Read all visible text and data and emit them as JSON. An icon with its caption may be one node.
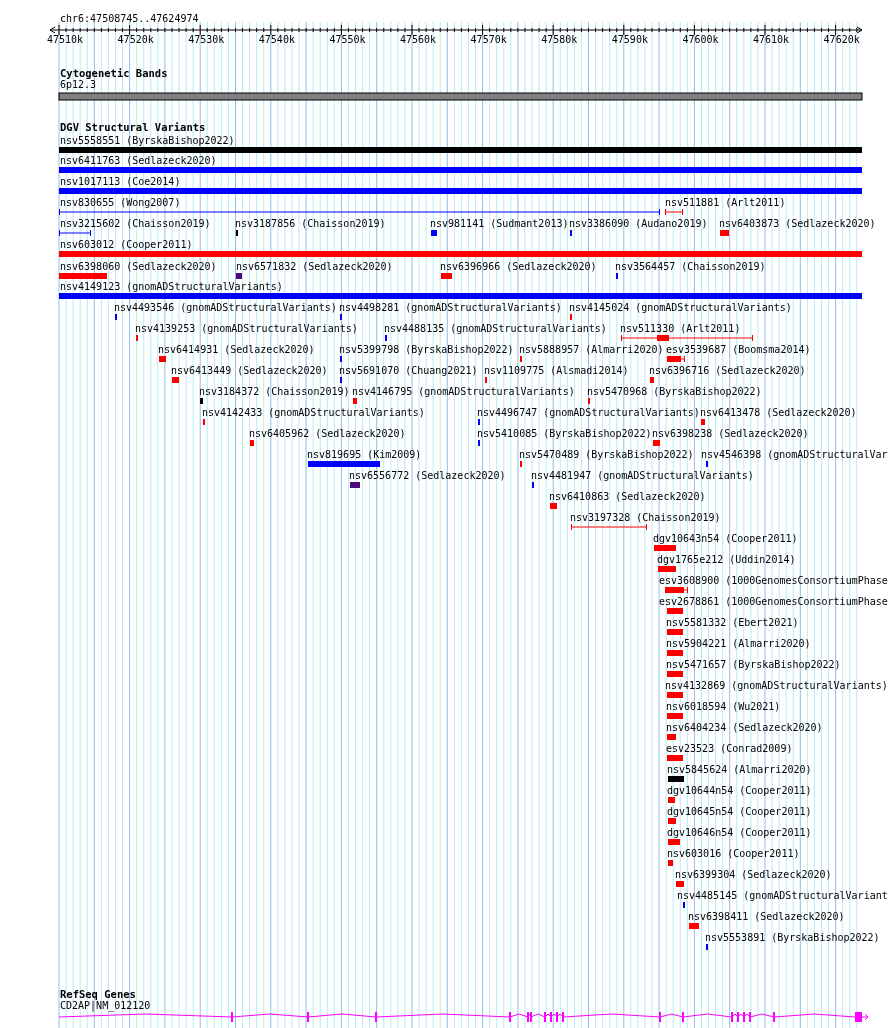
{
  "diagram": {
    "labels": [
      "chr6:47508745..47624974",
      "47510k",
      "47520k",
      "47530k",
      "47540k",
      "47550k",
      "47560k",
      "47570k",
      "47580k",
      "47590k",
      "47600k",
      "47610k",
      "47620k",
      "Cytogenetic Bands",
      "6p12.3",
      "DGV Structural Variants",
      "nsv5558551 (ByrskaBishop2022)",
      "nsv6411763 (Sedlazeck2020)",
      "nsv1017113 (Coe2014)",
      "nsv830655 (Wong2007)",
      "nsv511881 (Arlt2011)",
      "nsv3215602 (Chaisson2019)",
      "nsv3187856 (Chaisson2019)",
      "nsv981141 (Sudmant2013)",
      "nsv3386090 (Audano2019)",
      "nsv6403873 (Sedlazeck2020)",
      "nsv603012 (Cooper2011)",
      "nsv6398060 (Sedlazeck2020)",
      "nsv6571832 (Sedlazeck2020)",
      "nsv6396966 (Sedlazeck2020)",
      "nsv3564457 (Chaisson2019)",
      "nsv4149123 (gnomADStructuralVariants)",
      "nsv4493546 (gnomADStructuralVariants)",
      "nsv4498281 (gnomADStructuralVariants)",
      "nsv4145024 (gnomADStructuralVariants)",
      "nsv4139253 (gnomADStructuralVariants)",
      "nsv4488135 (gnomADStructuralVariants)",
      "nsv511330 (Arlt2011)",
      "nsv6414931 (Sedlazeck2020)",
      "nsv5399798 (ByrskaBishop2022)",
      "nsv5888957 (Almarri2020)",
      "esv3539687 (Boomsma2014)",
      "nsv6413449 (Sedlazeck2020)",
      "nsv5691070 (Chuang2021)",
      "nsv1109775 (Alsmadi2014)",
      "nsv6396716 (Sedlazeck2020)",
      "nsv3184372 (Chaisson2019)",
      "nsv4146795 (gnomADStructuralVariants)",
      "nsv5470968 (ByrskaBishop2022)",
      "nsv4142433 (gnomADStructuralVariants)",
      "nsv4496747 (gnomADStructuralVariants)",
      "nsv6413478 (Sedlazeck2020)",
      "nsv6405962 (Sedlazeck2020)",
      "nsv5410085 (ByrskaBishop2022)",
      "nsv6398238 (Sedlazeck2020)",
      "nsv819695 (Kim2009)",
      "nsv5470489 (ByrskaBishop2022)",
      "nsv4546398 (gnomADStructuralVar",
      "nsv6556772 (Sedlazeck2020)",
      "nsv4481947 (gnomADStructuralVariants)",
      "nsv6410863 (Sedlazeck2020)",
      "nsv3197328 (Chaisson2019)",
      "dgv10643n54 (Cooper2011)",
      "dgv1765e212 (Uddin2014)",
      "esv3608900 (1000GenomesConsortiumPhase",
      "esv2678861 (1000GenomesConsortiumPhase",
      "nsv5581332 (Ebert2021)",
      "nsv5904221 (Almarri2020)",
      "nsv5471657 (ByrskaBishop2022)",
      "nsv4132869 (gnomADStructuralVariants)",
      "nsv6018594 (Wu2021)",
      "nsv6404234 (Sedlazeck2020)",
      "esv23523 (Conrad2009)",
      "nsv5845624 (Almarri2020)",
      "dgv10644n54 (Cooper2011)",
      "dgv10645n54 (Cooper2011)",
      "dgv10646n54 (Cooper2011)",
      "nsv603016 (Cooper2011)",
      "nsv6399304 (Sedlazeck2020)",
      "nsv4485145 (gnomADStructuralVariant",
      "nsv6398411 (Sedlazeck2020)",
      "nsv5553891 (ByrskaBishop2022)",
      "RefSeq Genes",
      "CD2AP|NM_012120"
    ]
  }
}
